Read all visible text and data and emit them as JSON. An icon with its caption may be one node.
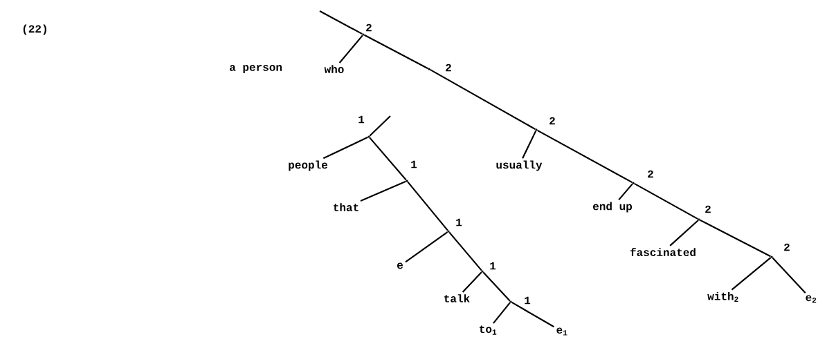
{
  "diagram": {
    "nodes": [
      {
        "text": [],
        "shape": "point",
        "beside": [
          "2"
        ]
      },
      {
        "text": [
          "who"
        ]
      },
      {
        "text": [],
        "shape": "point",
        "beside": [
          "2"
        ]
      },
      {
        "text": [],
        "shape": "point",
        "beside": [
          "1"
        ]
      },
      {
        "text": [
          "people"
        ]
      },
      {
        "text": [],
        "shape": "point",
        "beside": [
          "1"
        ]
      },
      {
        "text": [
          "that"
        ]
      },
      {
        "text": [],
        "shape": "point",
        "beside": [
          "1"
        ]
      },
      {
        "text": [
          "e"
        ]
      },
      {
        "text": [],
        "shape": "point",
        "beside": [
          "1"
        ]
      },
      {
        "text": [
          "talk"
        ]
      },
      {
        "text": [],
        "shape": "point",
        "beside": [
          "1"
        ]
      },
      {
        "text": [
          "to$_{1}$"
        ]
      },
      {
        "text": [
          "e$_{1}$"
        ]
      },
      {
        "text": [],
        "shape": "point",
        "beside": [
          "2"
        ]
      },
      {
        "text": [
          "usually"
        ]
      },
      {
        "text": [],
        "shape": "point",
        "beside": [
          "2"
        ]
      },
      {
        "text": [
          "end up"
        ]
      },
      {
        "text": [],
        "shape": "point",
        "beside": [
          "2"
        ]
      },
      {
        "text": [
          "fascinated"
        ]
      },
      {
        "text": [],
        "shape": "point",
        "beside": [
          "2"
        ]
      },
      {
        "text": [
          "with$_{2}$"
        ]
      },
      {
        "text": [
          "e$_{2}$"
        ]
      }
    ],
    "edges": [
      {
        "from": null,
        "to": 0,
        "arrow": "none"
      },
      {
        "from": 0,
        "to": 1,
        "arrow": "none"
      },
      {
        "from": 0,
        "to": 2,
        "arrow": "none"
      },
      {
        "from": 3,
        "to": null,
        "arrow": "none"
      },
      {
        "from": 3,
        "to": 4,
        "arrow": "none"
      },
      {
        "from": 3,
        "to": 5,
        "arrow": "none"
      },
      {
        "from": 5,
        "to": 6,
        "arrow": "none"
      },
      {
        "from": 5,
        "to": 7,
        "arrow": "none"
      },
      {
        "from": 7,
        "to": 8,
        "arrow": "none"
      },
      {
        "from": 7,
        "to": 9,
        "arrow": "none"
      },
      {
        "from": 9,
        "to": 10,
        "arrow": "none"
      },
      {
        "from": 9,
        "to": 11,
        "arrow": "none"
      },
      {
        "from": 11,
        "to": 12,
        "arrow": "none"
      },
      {
        "from": 11,
        "to": 13,
        "arrow": "none"
      },
      {
        "from": 2,
        "to": 14,
        "arrow": "none"
      },
      {
        "from": 14,
        "to": 15,
        "arrow": "none"
      },
      {
        "from": 14,
        "to": 16,
        "arrow": "none"
      },
      {
        "from": 16,
        "to": 17,
        "arrow": "none"
      },
      {
        "from": 16,
        "to": 18,
        "arrow": "none"
      },
      {
        "from": 18,
        "to": 19,
        "arrow": "none"
      },
      {
        "from": 18,
        "to": 20,
        "arrow": "none"
      },
      {
        "from": 20,
        "to": 21,
        "arrow": "none"
      },
      {
        "from": 20,
        "to": 22,
        "arrow": "none"
      }
    ],
    "labels": [
      "(22)",
      "a person"
    ]
  }
}
